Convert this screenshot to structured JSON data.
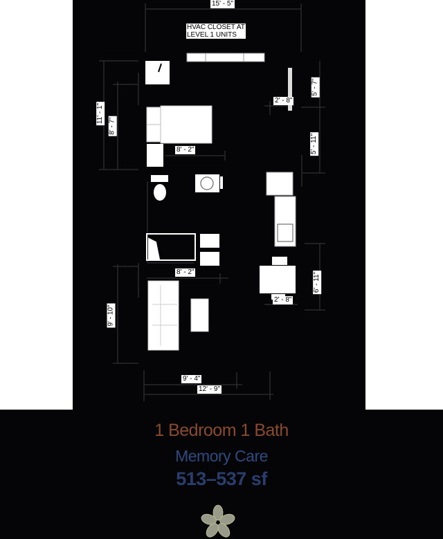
{
  "colors": {
    "background": "#050406",
    "side_panels": "#ffffff",
    "title": "#8a4a2e",
    "subtitle": "#2e4a7e",
    "area": "#2a3e6e",
    "logo": "#9a9a8a",
    "fixtures": "#ffffff"
  },
  "plan": {
    "notes": {
      "hvac_line1": "HVAC CLOSET AT",
      "hvac_line2": "LEVEL 1 UNITS"
    },
    "dimensions": {
      "overall_width_top": "15' - 5\"",
      "left_upper_total": "11' - 1\"",
      "left_upper_inner": "8' - 7\"",
      "bedroom_width": "8' - 2\"",
      "closet_door": "2' - 8\"",
      "right_upper": "5' - 7\"",
      "right_middle": "5' - 11\"",
      "bath_width": "8' - 2\"",
      "right_lower": "6' - 11\"",
      "entry_door": "2' - 8\"",
      "left_lower": "9' - 10\"",
      "bottom_inner": "9' - 4\"",
      "bottom_overall": "12' - 9\""
    },
    "fixtures": [
      "hvac-unit",
      "dresser",
      "bed",
      "nightstand",
      "toilet",
      "vanity-sink",
      "shower",
      "linen-shelves",
      "refrigerator",
      "kitchen-counter-sink",
      "dining-table-chairs",
      "sofa",
      "coffee-table"
    ]
  },
  "caption": {
    "title": "1 Bedroom 1 Bath",
    "subtitle": "Memory Care",
    "area": "513–537 sf"
  },
  "logo": {
    "icon": "flower-icon"
  }
}
